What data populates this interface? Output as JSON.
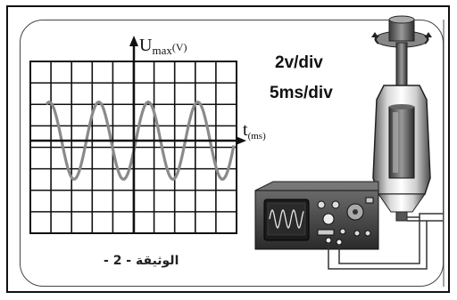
{
  "oscilloscope_screen": {
    "y_axis_label": "U",
    "y_axis_subscript": "max",
    "y_axis_unit": "(V)",
    "x_axis_label": "t",
    "x_axis_unit": "(ms)",
    "signal": {
      "shape": "sine",
      "color": "#8a8a8a",
      "amplitude_div": 1.8,
      "period_div": 2.4
    }
  },
  "settings": {
    "vertical_sensitivity": "2v/div",
    "time_base": "5ms/div"
  },
  "caption": "الوثيقة - 2 -",
  "colors": {
    "grid": "#111111",
    "screen_background": "#ffffff",
    "frame": "#111111"
  },
  "icons": {
    "oscilloscope": "oscilloscope-device-icon",
    "generator": "generator-machine-icon"
  }
}
